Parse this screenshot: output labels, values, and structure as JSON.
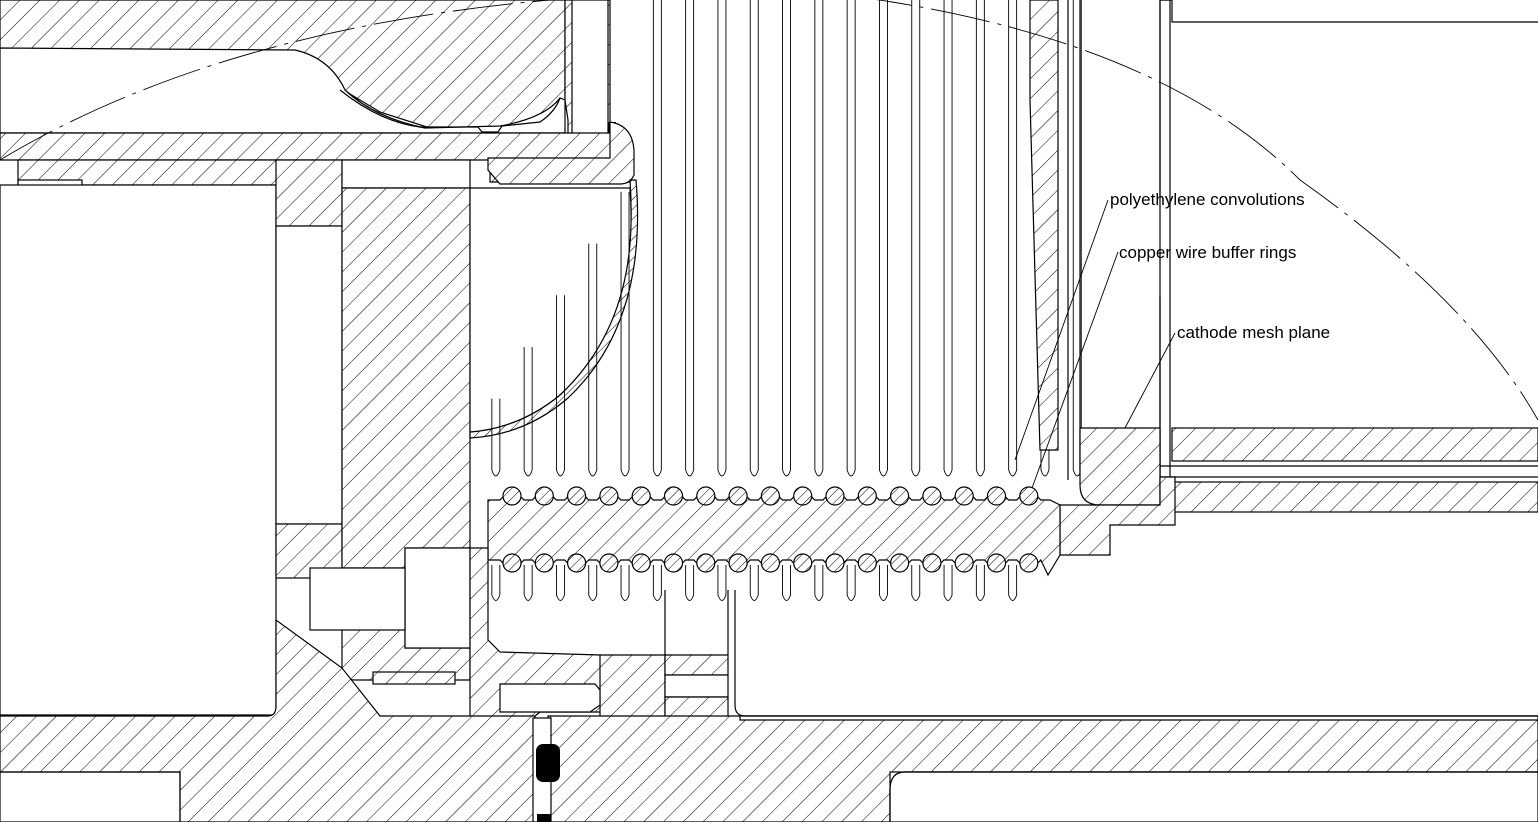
{
  "diagram": {
    "kind": "engineering cross-section drawing",
    "background": "#ffffff",
    "line_color": "#000000"
  },
  "labels": {
    "polyethylene_convolutions": "polyethylene convolutions",
    "copper_wire_buffer_rings": "copper wire buffer rings",
    "cathode_mesh_plane": "cathode mesh plane"
  }
}
